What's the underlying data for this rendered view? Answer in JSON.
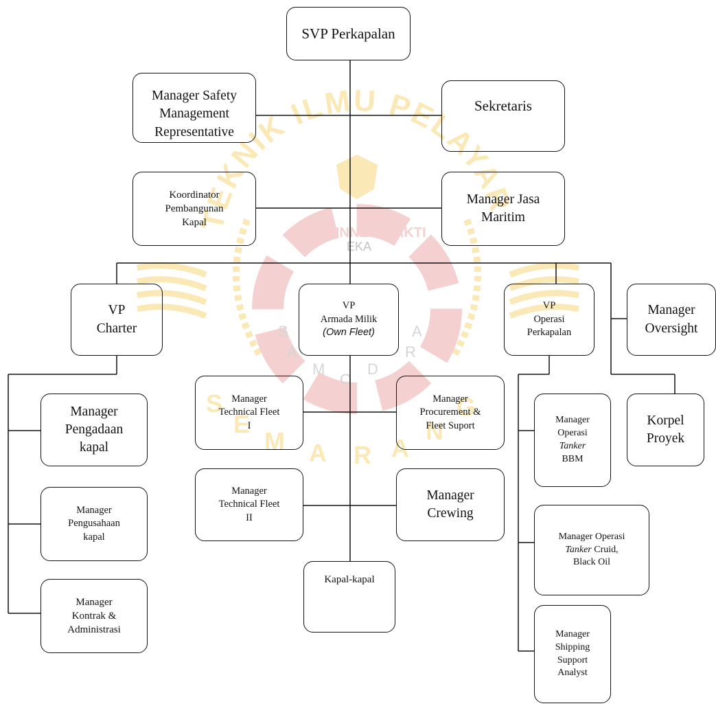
{
  "watermark": {
    "arc_text": "LITEKNIK ILMU PELAYARAN",
    "motto_left": "BHINNEKA",
    "motto_center": "EKA",
    "motto_right": "BHAKTI",
    "ring_letters": [
      "S",
      "A",
      "M",
      "O",
      "D",
      "R",
      "A"
    ],
    "city_letters": [
      "S",
      "E",
      "M",
      "A",
      "R",
      "A",
      "N",
      "G"
    ]
  },
  "nodes": {
    "svp": "SVP Perkapalan",
    "safety": "Manager Safety\nManagement\nRepresentative",
    "sekretaris": "Sekretaris",
    "koordinator": "Koordinator\nPembangunan\nKapal",
    "jasa": "Manager Jasa\nMaritim",
    "vp_charter": "VP\nCharter",
    "vp_armada_line1": "VP",
    "vp_armada_line2": "Armada Milik",
    "vp_armada_line3": "(Own Fleet)",
    "vp_operasi": "VP\nOperasi\nPerkapalan",
    "oversight": "Manager\nOversight",
    "pengadaan": "Manager\nPengadaan\nkapal",
    "pengusahaan": "Manager\nPengusahaan\nkapal",
    "kontrak": "Manager\nKontrak &\nAdministrasi",
    "tech1": "Manager\nTechnical Fleet\nI",
    "procurement": "Manager\nProcurement &\nFleet Suport",
    "tech2": "Manager\nTechnical Fleet\nII",
    "crewing": "Manager\nCrewing",
    "kapal": "Kapal-kapal",
    "korpel": "Korpel\nProyek",
    "bbm_line1": "Manager\nOperasi",
    "bbm_line2": "Tanker",
    "bbm_line3": "BBM",
    "cruid_line1": "Manager Operasi",
    "cruid_line2a": "Tanker",
    "cruid_line2b": " Cruid,",
    "cruid_line3": "Black Oil",
    "shipping": "Manager\nShipping\nSupport\nAnalyst"
  },
  "colors": {
    "line": "#111111",
    "box_border": "#111111",
    "watermark_gold": "#f2c233",
    "watermark_red": "#e07b7b"
  }
}
